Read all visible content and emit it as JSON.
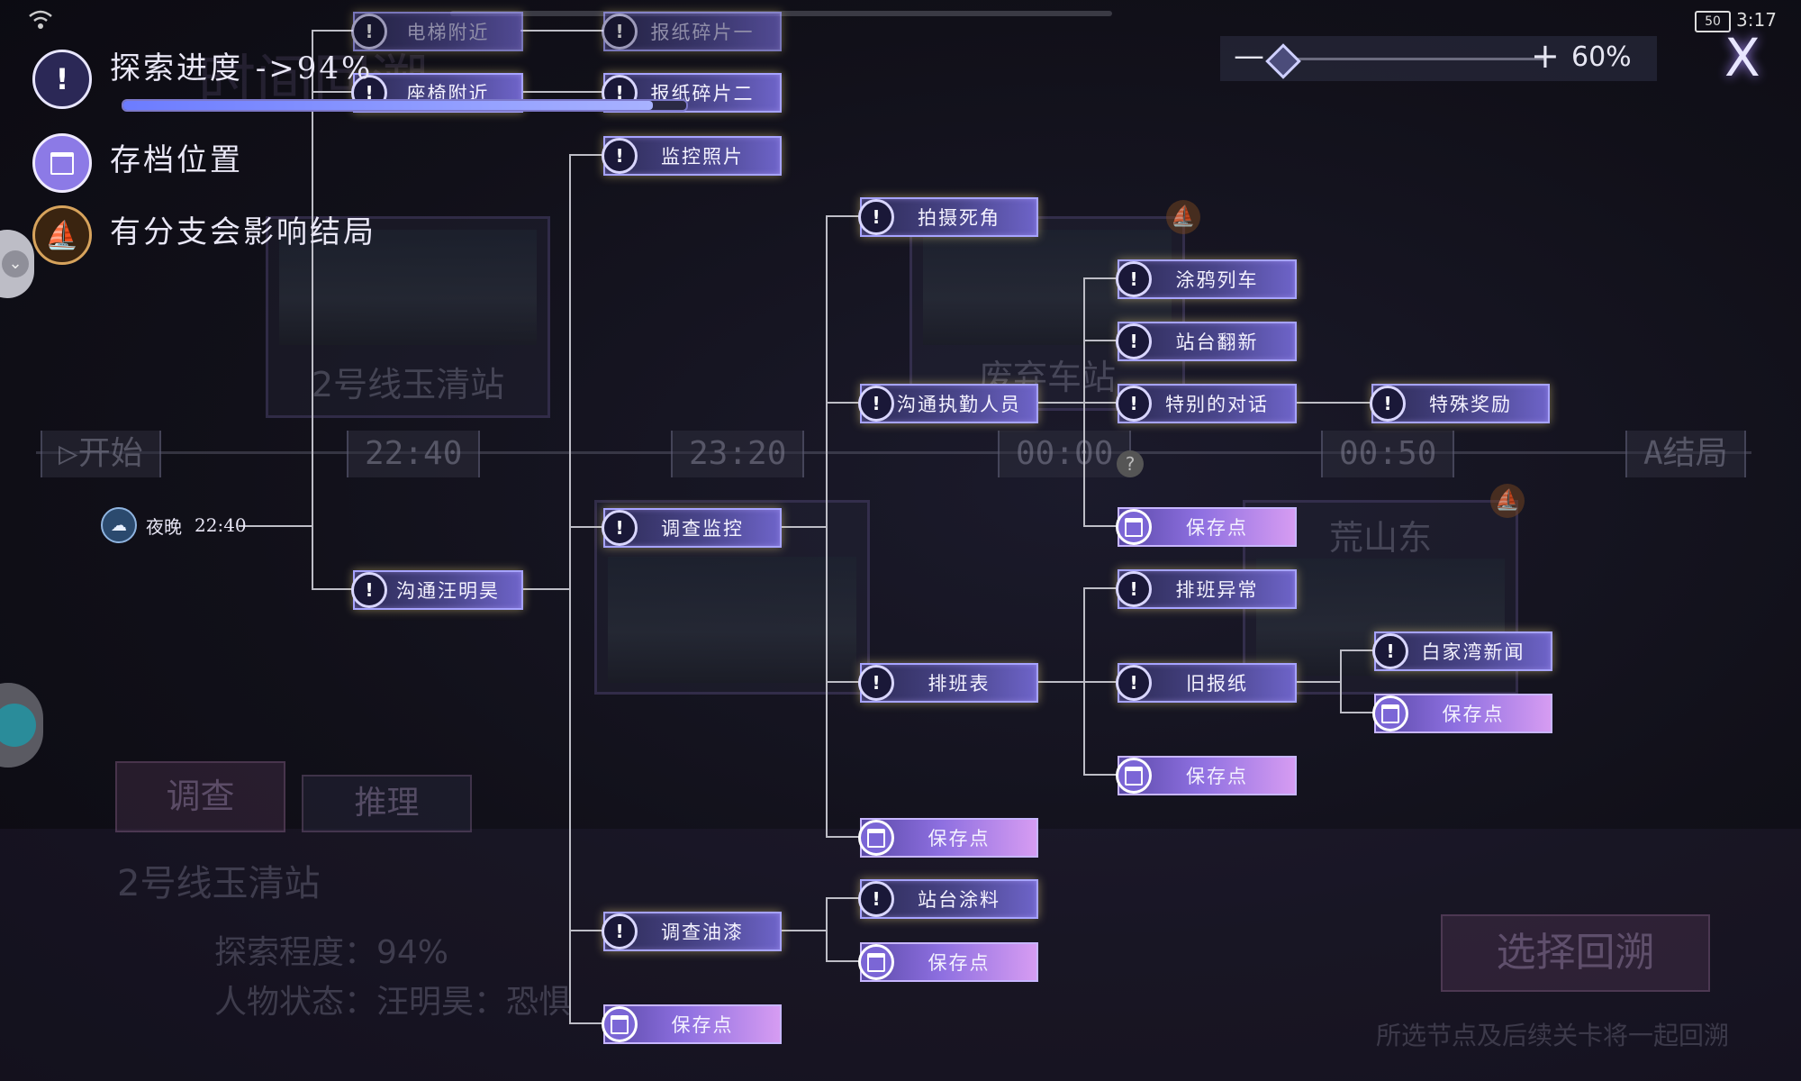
{
  "status_bar": {
    "battery": "50",
    "time": "3:17"
  },
  "legend": {
    "progress_label": "探索进度 ->94%",
    "progress_value": 0.94,
    "save_label": "存档位置",
    "branch_label": "有分支会影响结局"
  },
  "zoom": {
    "minus": "—",
    "plus": "+",
    "value_label": "60%",
    "value": 0.6
  },
  "close_label": "X",
  "timeline": {
    "start": "开始",
    "times": [
      "22:40",
      "23:20",
      "00:00",
      "00:50"
    ],
    "end": "A结局"
  },
  "background": {
    "card1_caption": "2号线玉清站",
    "card2_caption": "废弃车站",
    "card3_caption": "荒山东",
    "tabs": [
      "调查",
      "推理"
    ],
    "station_title": "2号线玉清站",
    "explore_degree": "探索程度：94%",
    "character_state": "人物状态：汪明昊：恐惧",
    "select_button": "选择回溯",
    "hint": "所选节点及后续关卡将一起回溯",
    "watermark": "时间回溯"
  },
  "start_chip": {
    "label": "夜晚",
    "time": "22:40"
  },
  "nodes": {
    "n1": "电梯附近",
    "n2": "座椅附近",
    "n3": "报纸碎片一",
    "n4": "报纸碎片二",
    "n5": "监控照片",
    "n6": "拍摄死角",
    "n7": "涂鸦列车",
    "n8": "站台翻新",
    "n9": "特别的对话",
    "n10": "特殊奖励",
    "n11": "沟通执勤人员",
    "n12": "调查监控",
    "n13": "沟通汪明昊",
    "n14": "排班表",
    "n15": "排班异常",
    "n16": "旧报纸",
    "n17": "白家湾新闻",
    "n18": "站台涂料",
    "n19": "调查油漆",
    "save": "保存点"
  }
}
